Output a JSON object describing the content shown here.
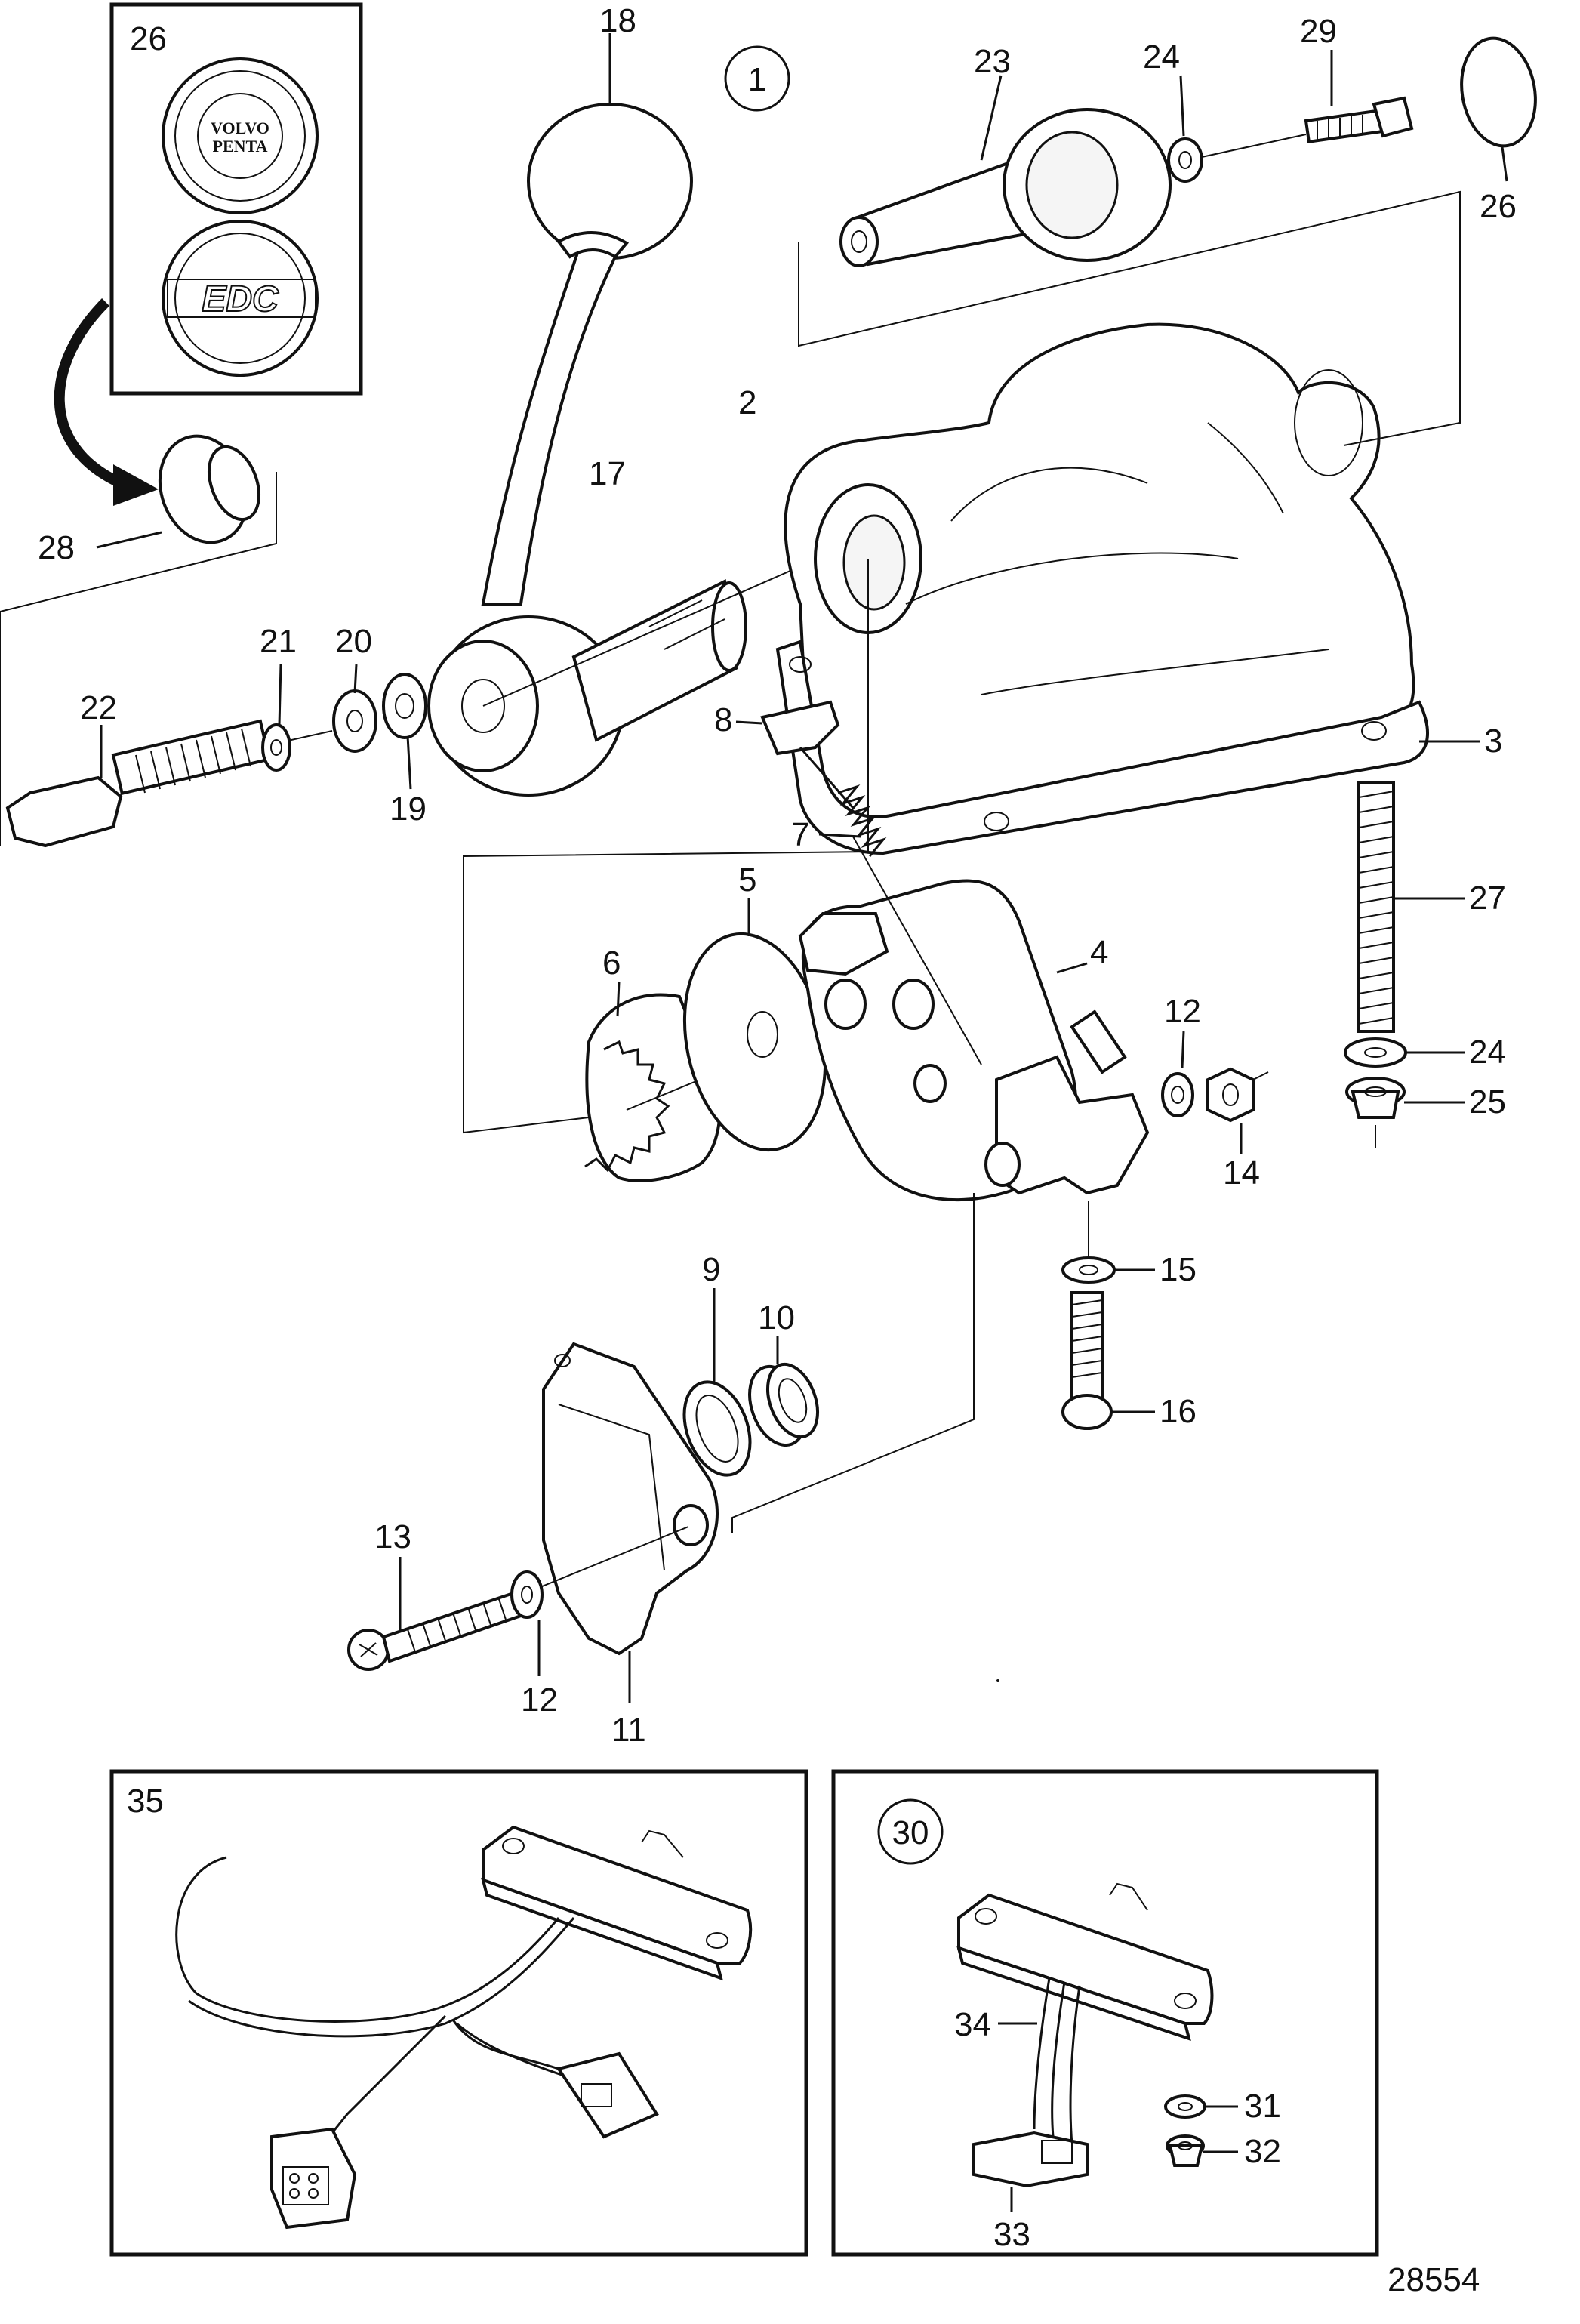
{
  "drawing_number": "28554",
  "view_marker_1": "1",
  "view_marker_30": "30",
  "badge_box": {
    "ref": "26",
    "badge_volvo_text_line1": "VOLVO",
    "badge_volvo_text_line2": "PENTA",
    "badge_edc_text": "EDC"
  },
  "labels": {
    "p2": "2",
    "p3": "3",
    "p4": "4",
    "p5": "5",
    "p6": "6",
    "p7": "7",
    "p8": "8",
    "p9": "9",
    "p10": "10",
    "p11": "11",
    "p12a": "12",
    "p12b": "12",
    "p13": "13",
    "p14": "14",
    "p15": "15",
    "p16": "16",
    "p17": "17",
    "p18": "18",
    "p19": "19",
    "p20": "20",
    "p21": "21",
    "p22": "22",
    "p23": "23",
    "p24a": "24",
    "p24b": "24",
    "p25": "25",
    "p26": "26",
    "p27": "27",
    "p28": "28",
    "p29": "29",
    "p31": "31",
    "p32": "32",
    "p33": "33",
    "p34": "34",
    "p35": "35"
  }
}
